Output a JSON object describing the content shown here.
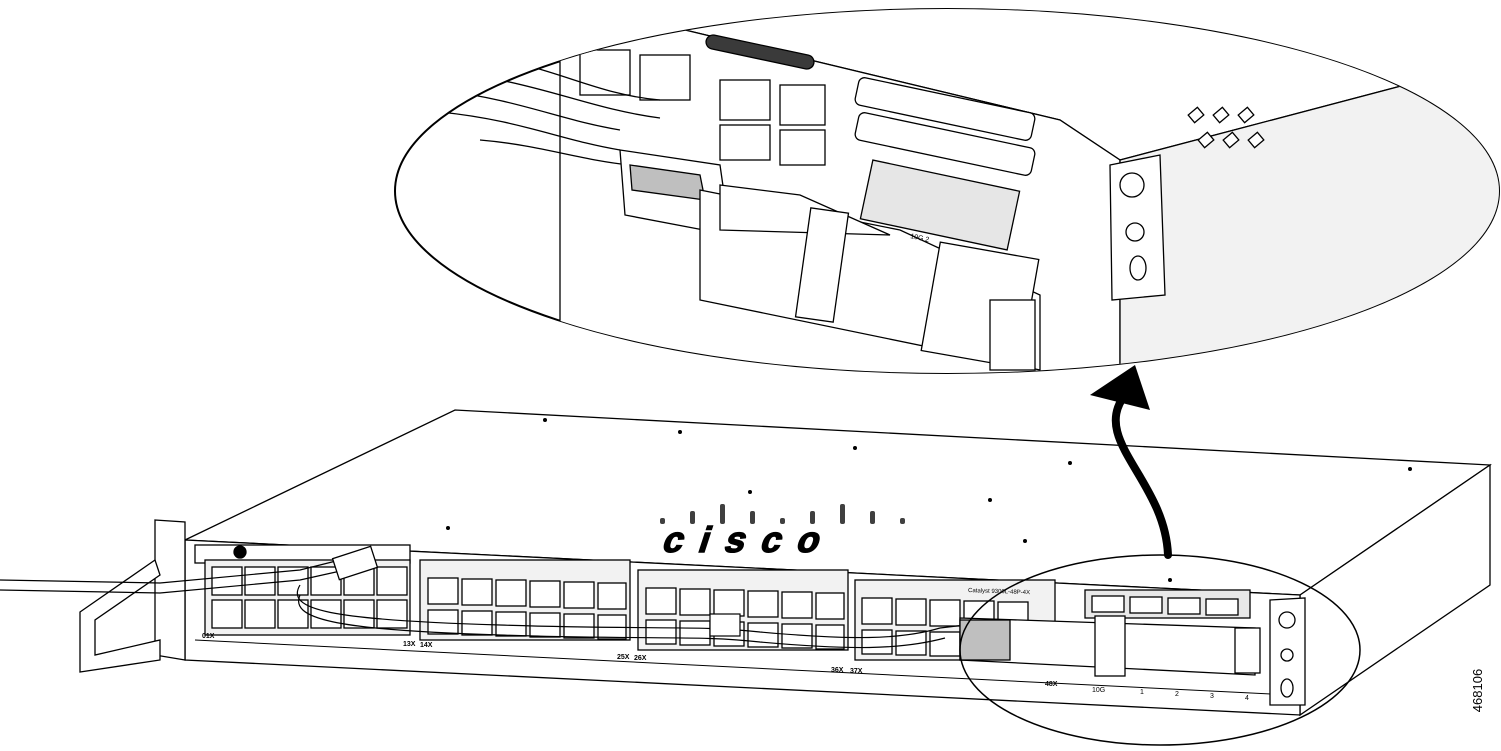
{
  "figure_id": "468106",
  "brand": {
    "logo_text": "cisco"
  },
  "switch": {
    "model_label": "Catalyst 9300L-48P-4X",
    "port_range_labels": [
      "01X",
      "13X",
      "14X",
      "25X",
      "26X",
      "36X",
      "37X",
      "48X"
    ],
    "uplink_labels": [
      "1",
      "2",
      "3",
      "4"
    ],
    "uplink_speed": "10G"
  },
  "detail": {
    "model_label": "Catalyst 9300L-48P-4X",
    "uplink_label": "10G 2"
  },
  "colors": {
    "line": "#000000",
    "fill": "#ffffff",
    "shade": "#bfbfbf",
    "dark": "#3a3a3a"
  },
  "icons": [
    "usb-connector-icon",
    "curved-arrow-icon",
    "screw-icon",
    "rack-ear-icon"
  ]
}
